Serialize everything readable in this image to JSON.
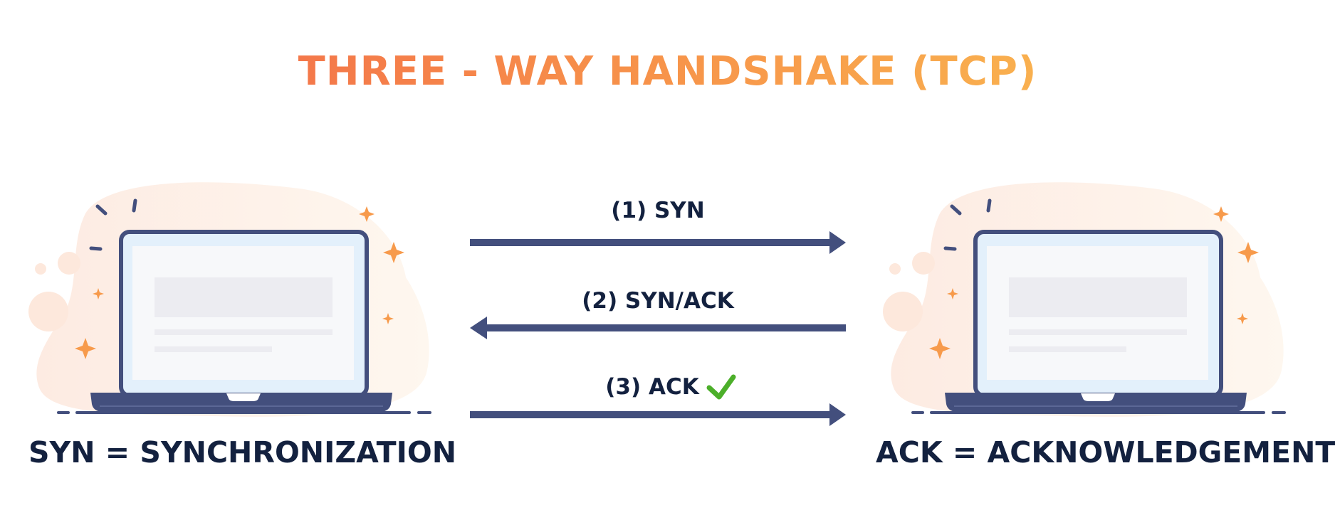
{
  "title": "THREE - WAY HANDSHAKE (TCP)",
  "steps": [
    {
      "label": "(1) SYN",
      "direction": "right"
    },
    {
      "label": "(2) SYN/ACK",
      "direction": "left"
    },
    {
      "label": "(3) ACK",
      "direction": "right",
      "icon": "checkmark-icon"
    }
  ],
  "left_caption": "SYN = SYNCHRONIZATION",
  "right_caption": "ACK = ACKNOWLEDGEMENT",
  "colors": {
    "title_start": "#f4784a",
    "title_end": "#f9b04f",
    "arrow": "#434f7d",
    "text": "#13213f",
    "check": "#4caf2a",
    "sparkle": "#f79a4b",
    "laptop": "#434f7d",
    "blob": "#fef3ec"
  }
}
